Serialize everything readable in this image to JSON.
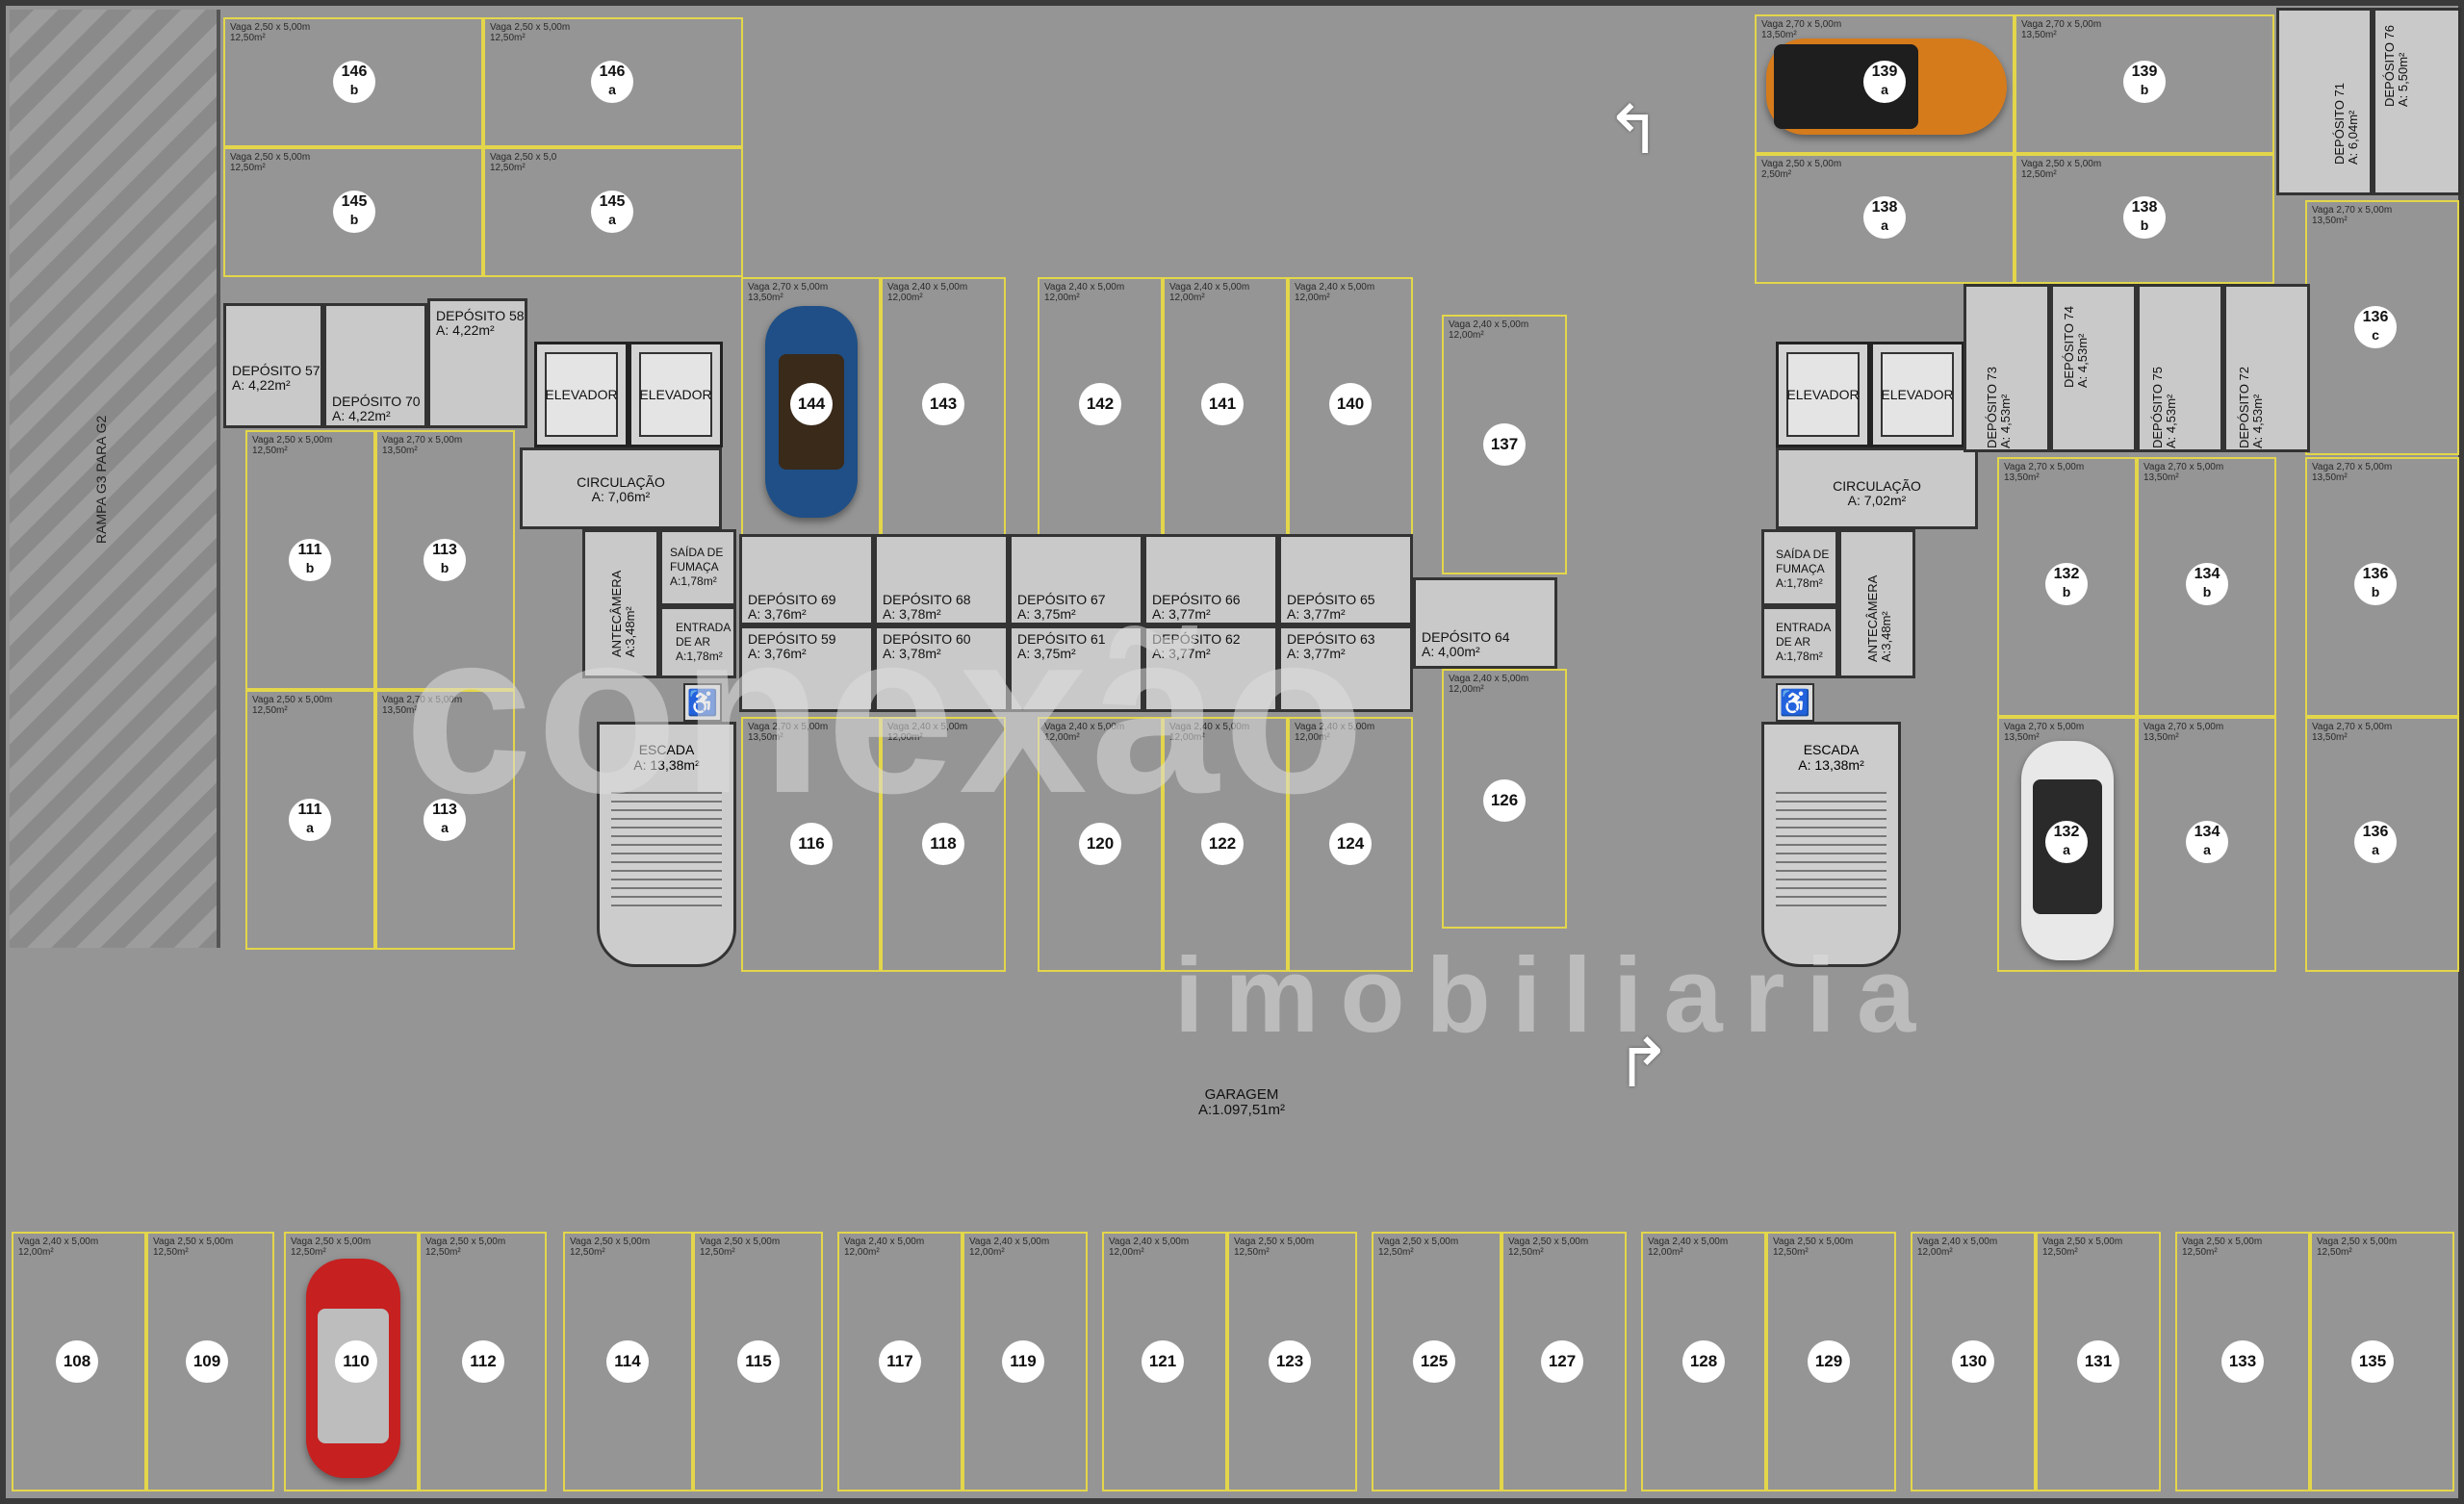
{
  "garage": {
    "name": "GARAGEM",
    "area": "A:1.097,51m²"
  },
  "ramp": {
    "label": "RAMPA G3 PARA G2"
  },
  "watermark": {
    "brand": "conexão",
    "subtitle": "imobiliaria"
  },
  "elevators": {
    "label": "ELEVADOR"
  },
  "circulation": [
    {
      "label": "CIRCULAÇÃO",
      "area": "A: 7,06m²"
    },
    {
      "label": "CIRCULAÇÃO",
      "area": "A: 7,02m²"
    }
  ],
  "antechamber": [
    {
      "label": "ANTECÂMERA",
      "area": "A:3,48m²"
    },
    {
      "label": "ANTECÂMERA",
      "area": "A:3,48m²"
    }
  ],
  "smoke_exit": {
    "label": "SAÍDA DE FUMAÇA",
    "area": "A:1,78m²"
  },
  "air_intake": {
    "label": "ENTRADA DE AR",
    "area": "A:1,78m²"
  },
  "stairs": [
    {
      "label": "ESCADA",
      "area": "A: 13,38m²"
    },
    {
      "label": "ESCADA",
      "area": "A: 13,38m²"
    }
  ],
  "deposits": [
    {
      "name": "DEPÓSITO 57",
      "area": "A: 4,22m²"
    },
    {
      "name": "DEPÓSITO 70",
      "area": "A: 4,22m²"
    },
    {
      "name": "DEPÓSITO 58",
      "area": "A: 4,22m²"
    },
    {
      "name": "DEPÓSITO 69",
      "area": "A: 3,76m²"
    },
    {
      "name": "DEPÓSITO 68",
      "area": "A: 3,78m²"
    },
    {
      "name": "DEPÓSITO 67",
      "area": "A: 3,75m²"
    },
    {
      "name": "DEPÓSITO 66",
      "area": "A: 3,77m²"
    },
    {
      "name": "DEPÓSITO 65",
      "area": "A: 3,77m²"
    },
    {
      "name": "DEPÓSITO 59",
      "area": "A: 3,76m²"
    },
    {
      "name": "DEPÓSITO 60",
      "area": "A: 3,78m²"
    },
    {
      "name": "DEPÓSITO 61",
      "area": "A: 3,75m²"
    },
    {
      "name": "DEPÓSITO 62",
      "area": "A: 3,77m²"
    },
    {
      "name": "DEPÓSITO 63",
      "area": "A: 3,77m²"
    },
    {
      "name": "DEPÓSITO 64",
      "area": "A: 4,00m²"
    },
    {
      "name": "DEPÓSITO 73",
      "area": "A: 4,53m²"
    },
    {
      "name": "DEPÓSITO 74",
      "area": "A: 4,53m²"
    },
    {
      "name": "DEPÓSITO 75",
      "area": "A: 4,53m²"
    },
    {
      "name": "DEPÓSITO 72",
      "area": "A: 4,53m²"
    },
    {
      "name": "DEPÓSITO 71",
      "area": "A: 6,04m²"
    },
    {
      "name": "DEPÓSITO 76",
      "area": "A: 5,50m²"
    }
  ],
  "bays": [
    {
      "id": "146b",
      "num": "146",
      "sub": "b",
      "dim": "Vaga 2,50 x 5,00m",
      "area": "12,50m²"
    },
    {
      "id": "146a",
      "num": "146",
      "sub": "a",
      "dim": "Vaga 2,50 x 5,00m",
      "area": "12,50m²"
    },
    {
      "id": "145b",
      "num": "145",
      "sub": "b",
      "dim": "Vaga 2,50 x 5,00m",
      "area": "12,50m²"
    },
    {
      "id": "145a",
      "num": "145",
      "sub": "a",
      "dim": "Vaga 2,50 x 5,0",
      "area": "12,50m²"
    },
    {
      "id": "144",
      "num": "144",
      "sub": "",
      "dim": "Vaga 2,70 x 5,00m",
      "area": "13,50m²"
    },
    {
      "id": "143",
      "num": "143",
      "sub": "",
      "dim": "Vaga 2,40 x 5,00m",
      "area": "12,00m²"
    },
    {
      "id": "142",
      "num": "142",
      "sub": "",
      "dim": "Vaga 2,40 x 5,00m",
      "area": "12,00m²"
    },
    {
      "id": "141",
      "num": "141",
      "sub": "",
      "dim": "Vaga 2,40 x 5,00m",
      "area": "12,00m²"
    },
    {
      "id": "140",
      "num": "140",
      "sub": "",
      "dim": "Vaga 2,40 x 5,00m",
      "area": "12,00m²"
    },
    {
      "id": "137",
      "num": "137",
      "sub": "",
      "dim": "Vaga 2,40 x 5,00m",
      "area": "12,00m²"
    },
    {
      "id": "126",
      "num": "126",
      "sub": "",
      "dim": "Vaga 2,40 x 5,00m",
      "area": "12,00m²"
    },
    {
      "id": "111b",
      "num": "111",
      "sub": "b",
      "dim": "Vaga 2,50 x 5,00m",
      "area": "12,50m²"
    },
    {
      "id": "113b",
      "num": "113",
      "sub": "b",
      "dim": "Vaga 2,70 x 5,00m",
      "area": "13,50m²"
    },
    {
      "id": "111a",
      "num": "111",
      "sub": "a",
      "dim": "Vaga 2,50 x 5,00m",
      "area": "12,50m²"
    },
    {
      "id": "113a",
      "num": "113",
      "sub": "a",
      "dim": "Vaga 2,70 x 5,00m",
      "area": "13,50m²"
    },
    {
      "id": "116",
      "num": "116",
      "sub": "",
      "dim": "Vaga 2,70 x 5,00m",
      "area": "13,50m²"
    },
    {
      "id": "118",
      "num": "118",
      "sub": "",
      "dim": "Vaga 2,40 x 5,00m",
      "area": "12,00m²"
    },
    {
      "id": "120",
      "num": "120",
      "sub": "",
      "dim": "Vaga 2,40 x 5,00m",
      "area": "12,00m²"
    },
    {
      "id": "122",
      "num": "122",
      "sub": "",
      "dim": "Vaga 2,40 x 5,00m",
      "area": "12,00m²"
    },
    {
      "id": "124",
      "num": "124",
      "sub": "",
      "dim": "Vaga 2,40 x 5,00m",
      "area": "12,00m²"
    },
    {
      "id": "139a",
      "num": "139",
      "sub": "a",
      "dim": "Vaga 2,70 x 5,00m",
      "area": "13,50m²"
    },
    {
      "id": "139b",
      "num": "139",
      "sub": "b",
      "dim": "Vaga 2,70 x 5,00m",
      "area": "13,50m²"
    },
    {
      "id": "138a",
      "num": "138",
      "sub": "a",
      "dim": "Vaga 2,50 x 5,00m",
      "area": "2,50m²"
    },
    {
      "id": "138b",
      "num": "138",
      "sub": "b",
      "dim": "Vaga 2,50 x 5,00m",
      "area": "12,50m²"
    },
    {
      "id": "136c",
      "num": "136",
      "sub": "c",
      "dim": "Vaga 2,70 x 5,00m",
      "area": "13,50m²"
    },
    {
      "id": "132b",
      "num": "132",
      "sub": "b",
      "dim": "Vaga 2,70 x 5,00m",
      "area": "13,50m²"
    },
    {
      "id": "134b",
      "num": "134",
      "sub": "b",
      "dim": "Vaga 2,70 x 5,00m",
      "area": "13,50m²"
    },
    {
      "id": "136b",
      "num": "136",
      "sub": "b",
      "dim": "Vaga 2,70 x 5,00m",
      "area": "13,50m²"
    },
    {
      "id": "132a",
      "num": "132",
      "sub": "a",
      "dim": "Vaga 2,70 x 5,00m",
      "area": "13,50m²"
    },
    {
      "id": "134a",
      "num": "134",
      "sub": "a",
      "dim": "Vaga 2,70 x 5,00m",
      "area": "13,50m²"
    },
    {
      "id": "136a",
      "num": "136",
      "sub": "a",
      "dim": "Vaga 2,70 x 5,00m",
      "area": "13,50m²"
    },
    {
      "id": "108",
      "num": "108",
      "sub": "",
      "dim": "Vaga 2,40 x 5,00m",
      "area": "12,00m²"
    },
    {
      "id": "109",
      "num": "109",
      "sub": "",
      "dim": "Vaga 2,50 x 5,00m",
      "area": "12,50m²"
    },
    {
      "id": "110",
      "num": "110",
      "sub": "",
      "dim": "Vaga 2,50 x 5,00m",
      "area": "12,50m²"
    },
    {
      "id": "112",
      "num": "112",
      "sub": "",
      "dim": "Vaga 2,50 x 5,00m",
      "area": "12,50m²"
    },
    {
      "id": "114",
      "num": "114",
      "sub": "",
      "dim": "Vaga 2,50 x 5,00m",
      "area": "12,50m²"
    },
    {
      "id": "115",
      "num": "115",
      "sub": "",
      "dim": "Vaga 2,50 x 5,00m",
      "area": "12,50m²"
    },
    {
      "id": "117",
      "num": "117",
      "sub": "",
      "dim": "Vaga 2,40 x 5,00m",
      "area": "12,00m²"
    },
    {
      "id": "119",
      "num": "119",
      "sub": "",
      "dim": "Vaga 2,40 x 5,00m",
      "area": "12,00m²"
    },
    {
      "id": "121",
      "num": "121",
      "sub": "",
      "dim": "Vaga 2,40 x 5,00m",
      "area": "12,00m²"
    },
    {
      "id": "123",
      "num": "123",
      "sub": "",
      "dim": "Vaga 2,50 x 5,00m",
      "area": "12,50m²"
    },
    {
      "id": "125",
      "num": "125",
      "sub": "",
      "dim": "Vaga 2,50 x 5,00m",
      "area": "12,50m²"
    },
    {
      "id": "127",
      "num": "127",
      "sub": "",
      "dim": "Vaga 2,50 x 5,00m",
      "area": "12,50m²"
    },
    {
      "id": "128",
      "num": "128",
      "sub": "",
      "dim": "Vaga 2,40 x 5,00m",
      "area": "12,00m²"
    },
    {
      "id": "129",
      "num": "129",
      "sub": "",
      "dim": "Vaga 2,50 x 5,00m",
      "area": "12,50m²"
    },
    {
      "id": "130",
      "num": "130",
      "sub": "",
      "dim": "Vaga 2,40 x 5,00m",
      "area": "12,00m²"
    },
    {
      "id": "131",
      "num": "131",
      "sub": "",
      "dim": "Vaga 2,50 x 5,00m",
      "area": "12,50m²"
    },
    {
      "id": "133",
      "num": "133",
      "sub": "",
      "dim": "Vaga 2,50 x 5,00m",
      "area": "12,50m²"
    },
    {
      "id": "135",
      "num": "135",
      "sub": "",
      "dim": "Vaga 2,50 x 5,00m",
      "area": "12,50m²"
    }
  ]
}
